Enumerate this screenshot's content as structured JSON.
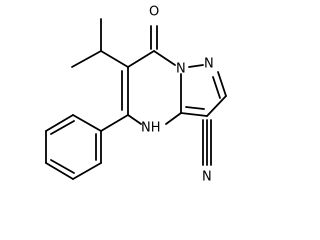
{
  "molecule": {
    "atom_labels": {
      "oxygen": "O",
      "ring_nitrogen_upper": "N",
      "ring_nitrogen_pyrazole": "N",
      "amine": "NH",
      "nitrile_nitrogen": "N"
    }
  }
}
